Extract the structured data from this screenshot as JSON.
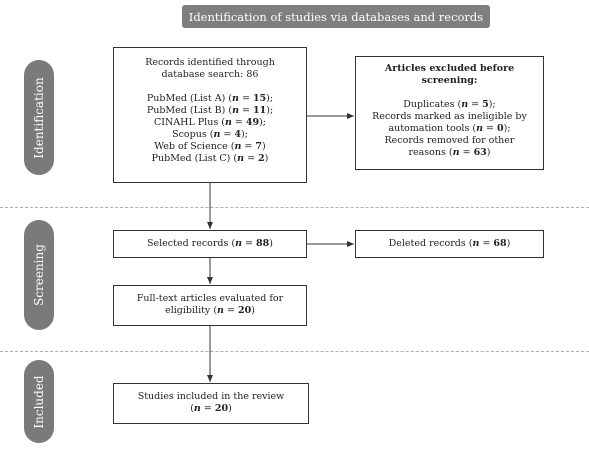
{
  "header": {
    "title": "Identification of studies via databases and records"
  },
  "stages": [
    "Identification",
    "Screening",
    "Included"
  ],
  "identified": {
    "heading_line1": "Records identified through",
    "heading_line2": "database search: 86",
    "sources": [
      "PubMed (List A) (n = 15);",
      "PubMed (List B) (n = 11);",
      "CINAHL Plus (n = 49);",
      "Scopus (n = 4);",
      "Web of Science (n = 7)",
      "PubMed (List C) (n = 2)"
    ]
  },
  "excluded": {
    "heading_line1": "Articles excluded before",
    "heading_line2": "screening:",
    "items": [
      "Duplicates (n = 5);",
      "Records marked as ineligible by",
      "automation tools (n = 0);",
      "Records removed for other",
      "reasons (n = 63)"
    ]
  },
  "selected": {
    "text": "Selected records (n = 88)"
  },
  "deleted": {
    "text": "Deleted records (n = 68)"
  },
  "fulltext": {
    "line1": "Full-text  articles evaluated for",
    "line2": "eligibility (n = 20)"
  },
  "included": {
    "line1": "Studies  included in the review",
    "line2": "(n = 20)"
  }
}
